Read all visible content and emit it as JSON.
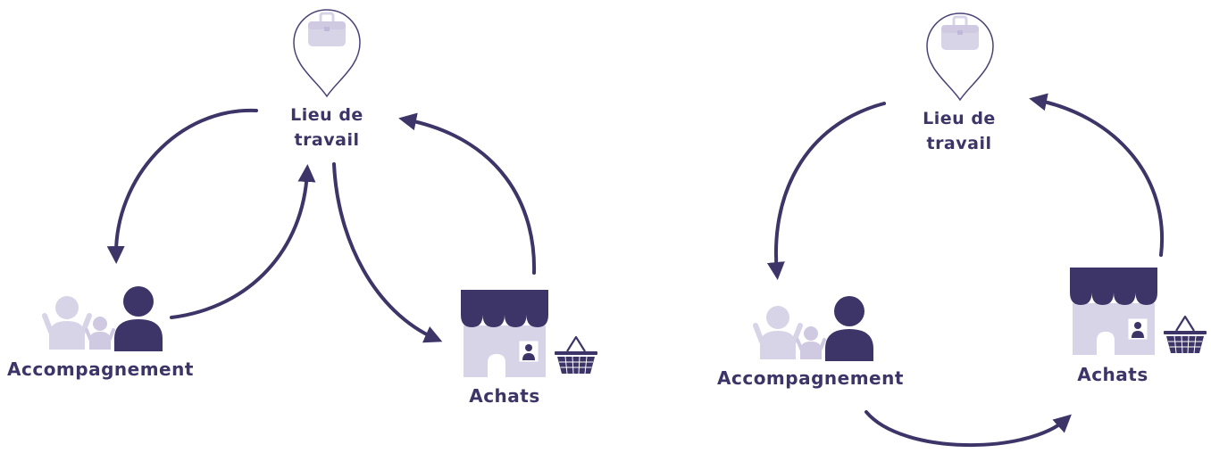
{
  "colors": {
    "primary": "#3d3568",
    "light": "#d8d4e8",
    "outline": "#4a4276"
  },
  "diagrams": [
    {
      "name": "left",
      "nodes": {
        "work": {
          "line1": "Lieu de",
          "line2": "travail",
          "icon": "map-pin-briefcase-icon"
        },
        "accompaniment": {
          "label": "Accompagnement",
          "icon": "family-icon"
        },
        "shopping": {
          "label": "Achats",
          "icon": "store-with-basket-icon"
        }
      },
      "arrows": [
        {
          "from": "work",
          "to": "accompaniment"
        },
        {
          "from": "accompaniment",
          "to": "work"
        },
        {
          "from": "work",
          "to": "shopping"
        },
        {
          "from": "shopping",
          "to": "work"
        }
      ]
    },
    {
      "name": "right",
      "nodes": {
        "work": {
          "line1": "Lieu de",
          "line2": "travail",
          "icon": "map-pin-briefcase-icon"
        },
        "accompaniment": {
          "label": "Accompagnement",
          "icon": "family-icon"
        },
        "shopping": {
          "label": "Achats",
          "icon": "store-with-basket-icon"
        }
      },
      "arrows": [
        {
          "from": "work",
          "to": "accompaniment"
        },
        {
          "from": "accompaniment",
          "to": "shopping"
        },
        {
          "from": "shopping",
          "to": "work"
        }
      ]
    }
  ]
}
